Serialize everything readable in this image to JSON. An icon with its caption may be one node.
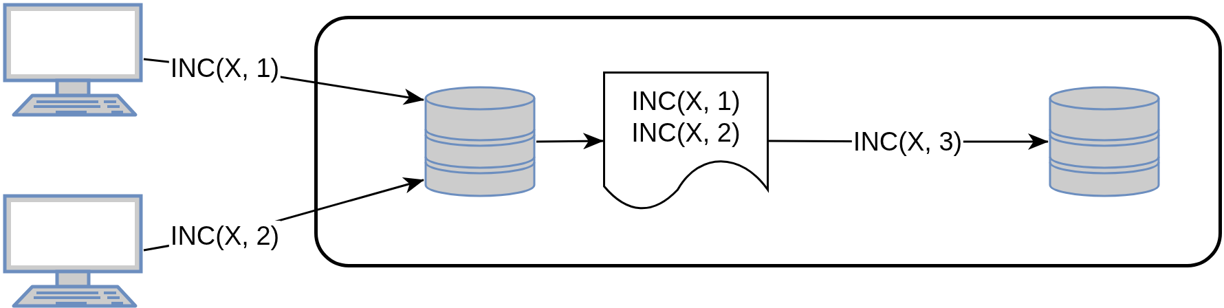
{
  "diagram": {
    "nodes": [
      {
        "text": [],
        "shape": "computer"
      },
      {
        "text": [],
        "shape": "computer"
      },
      {
        "text": [],
        "shape": "box"
      },
      {
        "text": [],
        "shape": "cylinder",
        "in": 2
      },
      {
        "text": [
          "INC(X, 1)",
          "INC(X, 2)"
        ],
        "in": 2
      },
      {
        "text": [],
        "shape": "cylinder",
        "in": 2
      }
    ],
    "edges": [
      {
        "from": 0,
        "to": 3,
        "arrow": "to",
        "label": "INC(X, 1)"
      },
      {
        "from": 1,
        "to": 3,
        "arrow": "to",
        "label": "INC(X, 2)"
      },
      {
        "from": 3,
        "to": 4,
        "arrow": "to"
      },
      {
        "from": 4,
        "to": 5,
        "arrow": "to",
        "label": "INC(X, 3)"
      }
    ]
  }
}
